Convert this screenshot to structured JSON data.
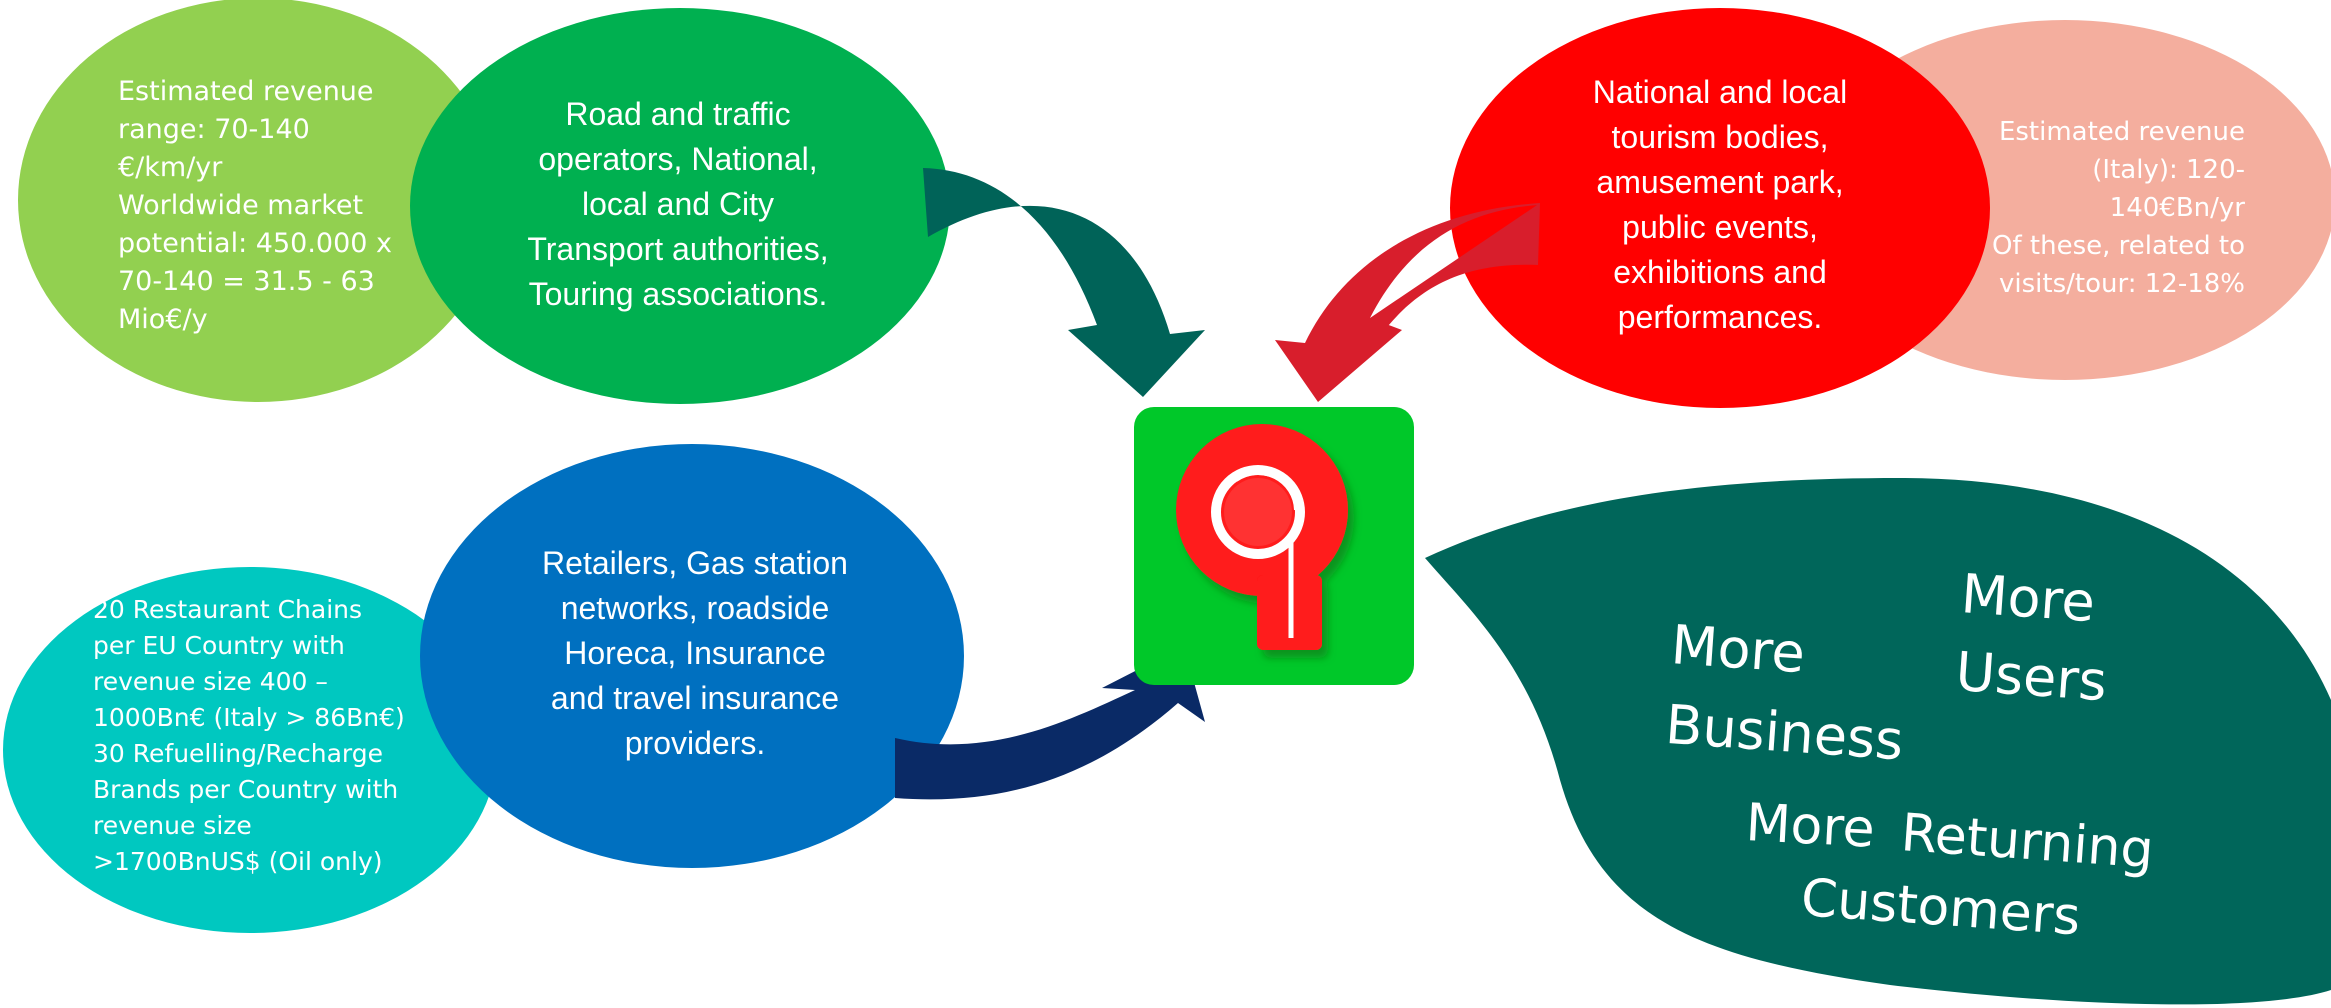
{
  "colors": {
    "light_green": "#92D050",
    "green": "#00B050",
    "red": "#FF0000",
    "pink": "#F4AE9E",
    "teal": "#00C8C0",
    "blue": "#0070C0",
    "dark_teal": "#00665A",
    "arrow_teal": "#006358",
    "arrow_red": "#D81E2C",
    "arrow_navy": "#0A2A66",
    "logo_bg": "#00C829",
    "logo_red": "#FF1A1A"
  },
  "nodes": {
    "road_revenue": {
      "lines": [
        "Estimated revenue",
        "range:  70-140",
        "€/km/yr",
        "Worldwide market",
        "potential: 450.000  x",
        "70-140  = 31.5  - 63",
        "Mio€/y"
      ]
    },
    "road_operators": {
      "lines": [
        "Road and traffic",
        "operators, National,",
        "local and City",
        "Transport authorities,",
        "Touring associations."
      ]
    },
    "tourism_bodies": {
      "lines": [
        "National and local",
        "tourism bodies,",
        "amusement park,",
        "public events,",
        "exhibitions and",
        "performances."
      ]
    },
    "tourism_revenue": {
      "lines": [
        "Estimated revenue",
        "(Italy): 120-",
        "140€Bn/yr",
        "Of these, related to",
        "visits/tour:  12-18%"
      ]
    },
    "retail_revenue": {
      "lines": [
        "20 Restaurant Chains",
        "per EU Country with",
        "revenue size 400 –",
        "1000Bn€ (Italy > 86Bn€)",
        "30 Refuelling/Recharge",
        "Brands per Country with",
        "revenue size",
        ">1700BnUS$ (Oil only)"
      ]
    },
    "retailers": {
      "lines": [
        "Retailers, Gas station",
        "networks, roadside",
        "Horeca, Insurance",
        "and travel insurance",
        "providers."
      ]
    }
  },
  "outcomes": {
    "more_business": [
      "More",
      "Business"
    ],
    "more_users": [
      "More",
      "Users"
    ],
    "more_returning": [
      "More",
      "Returning",
      "Customers"
    ]
  },
  "logo": {
    "icon": "map-pin-icon"
  }
}
